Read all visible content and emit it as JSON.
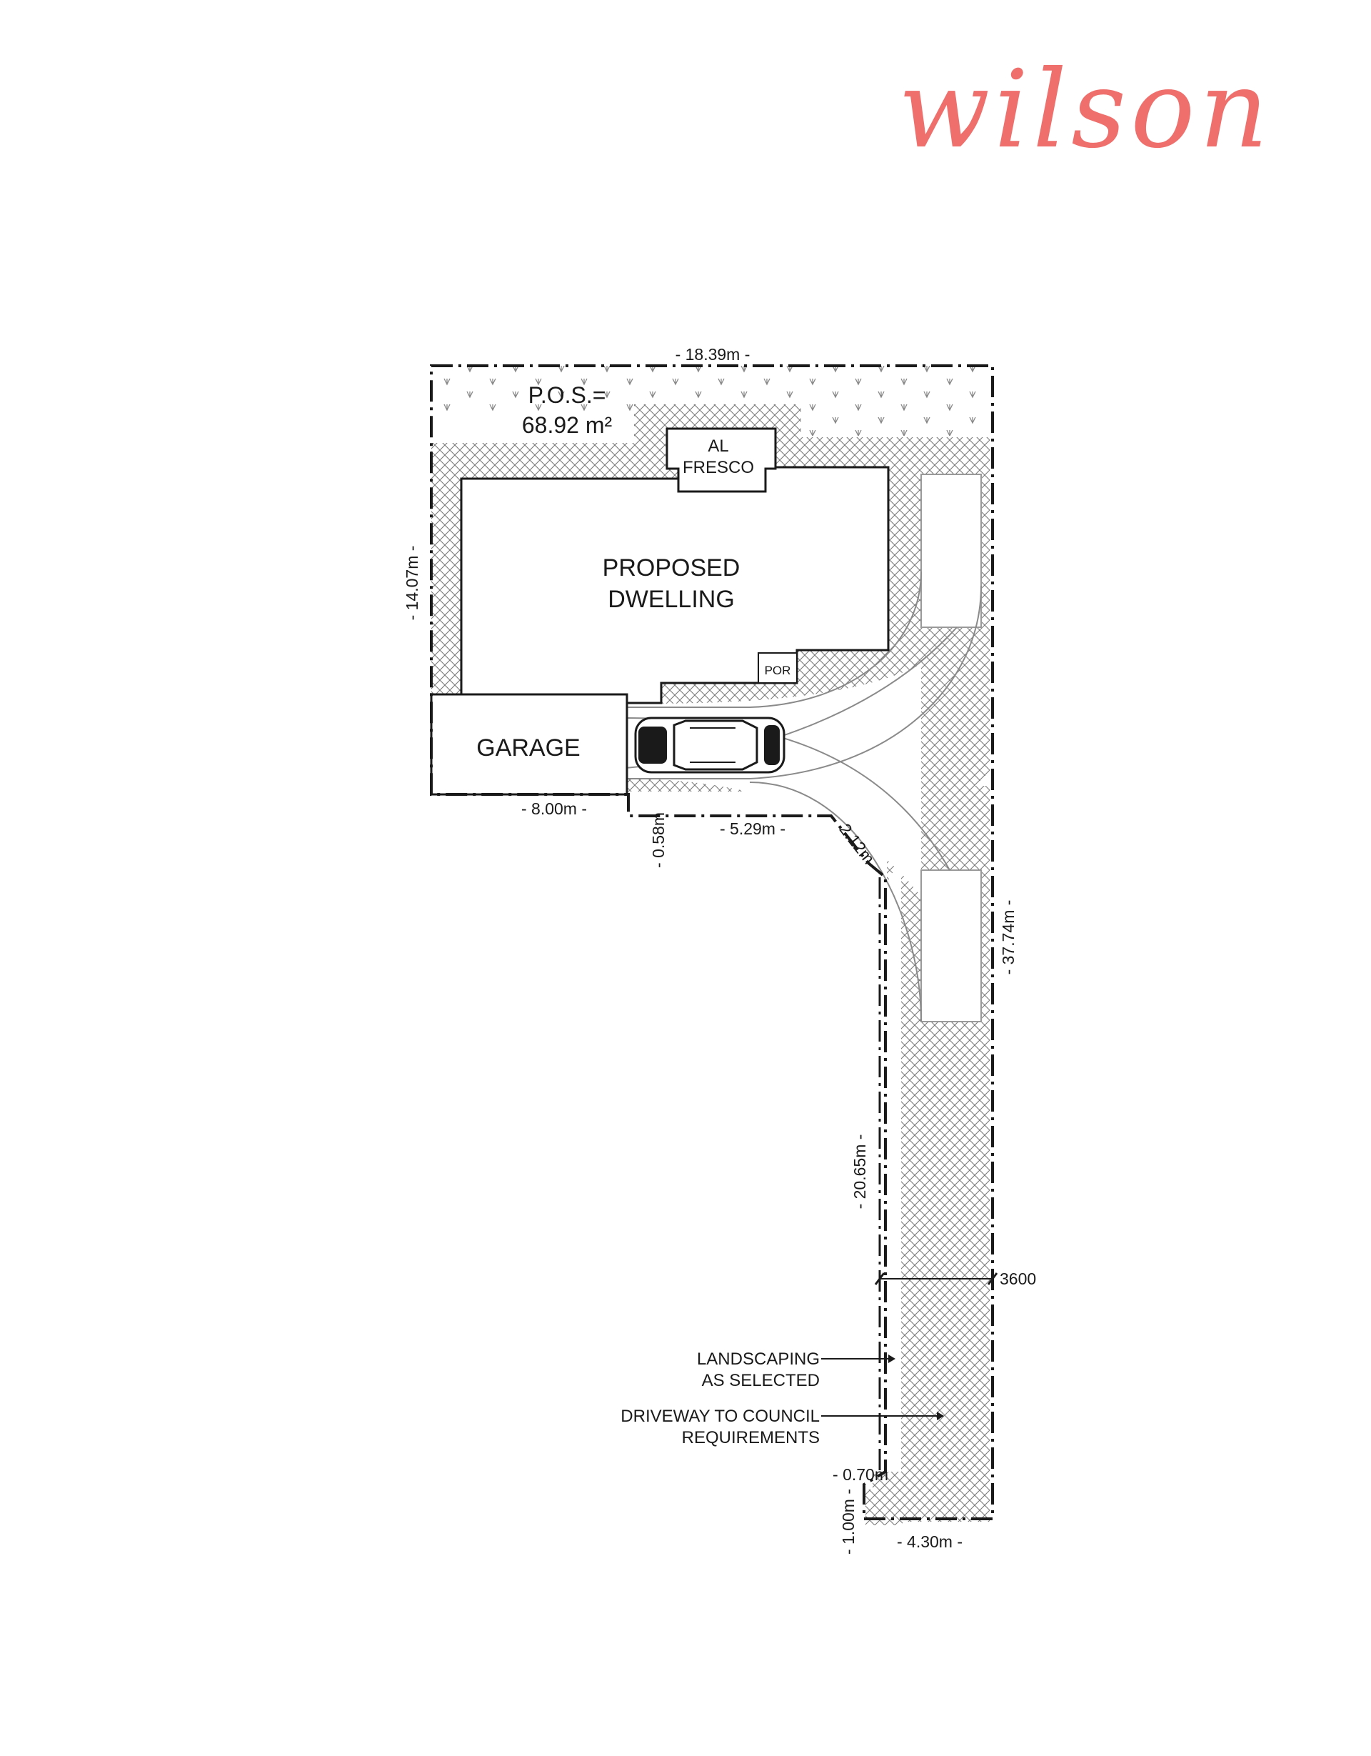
{
  "brand": {
    "logo_text": "wilson",
    "logo_color": "#ee6f6c"
  },
  "plan": {
    "pos": {
      "line1": "P.O.S.=",
      "line2": "68.92 m²"
    },
    "alfresco": {
      "line1": "AL",
      "line2": "FRESCO"
    },
    "dwelling": {
      "line1": "PROPOSED",
      "line2": "DWELLING"
    },
    "porch": "POR",
    "garage": "GARAGE",
    "dimensions": {
      "top_width": "- 18.39m -",
      "left_depth": "- 14.07m -",
      "garage_width": "- 8.00m -",
      "setback_small": "- 0.58m",
      "front_segment": "- 5.29m -",
      "corner_chamfer": "2.12m",
      "right_length": "- 37.74m -",
      "stem_length": "- 20.65m -",
      "driveway_width": "3600",
      "bottom_offset": "- 0.70m",
      "bottom_drop": "- 1.00m -",
      "bottom_width": "- 4.30m -"
    },
    "notes": {
      "landscaping_1": "LANDSCAPING",
      "landscaping_2": "AS SELECTED",
      "driveway_1": "DRIVEWAY TO COUNCIL",
      "driveway_2": "REQUIREMENTS"
    }
  }
}
